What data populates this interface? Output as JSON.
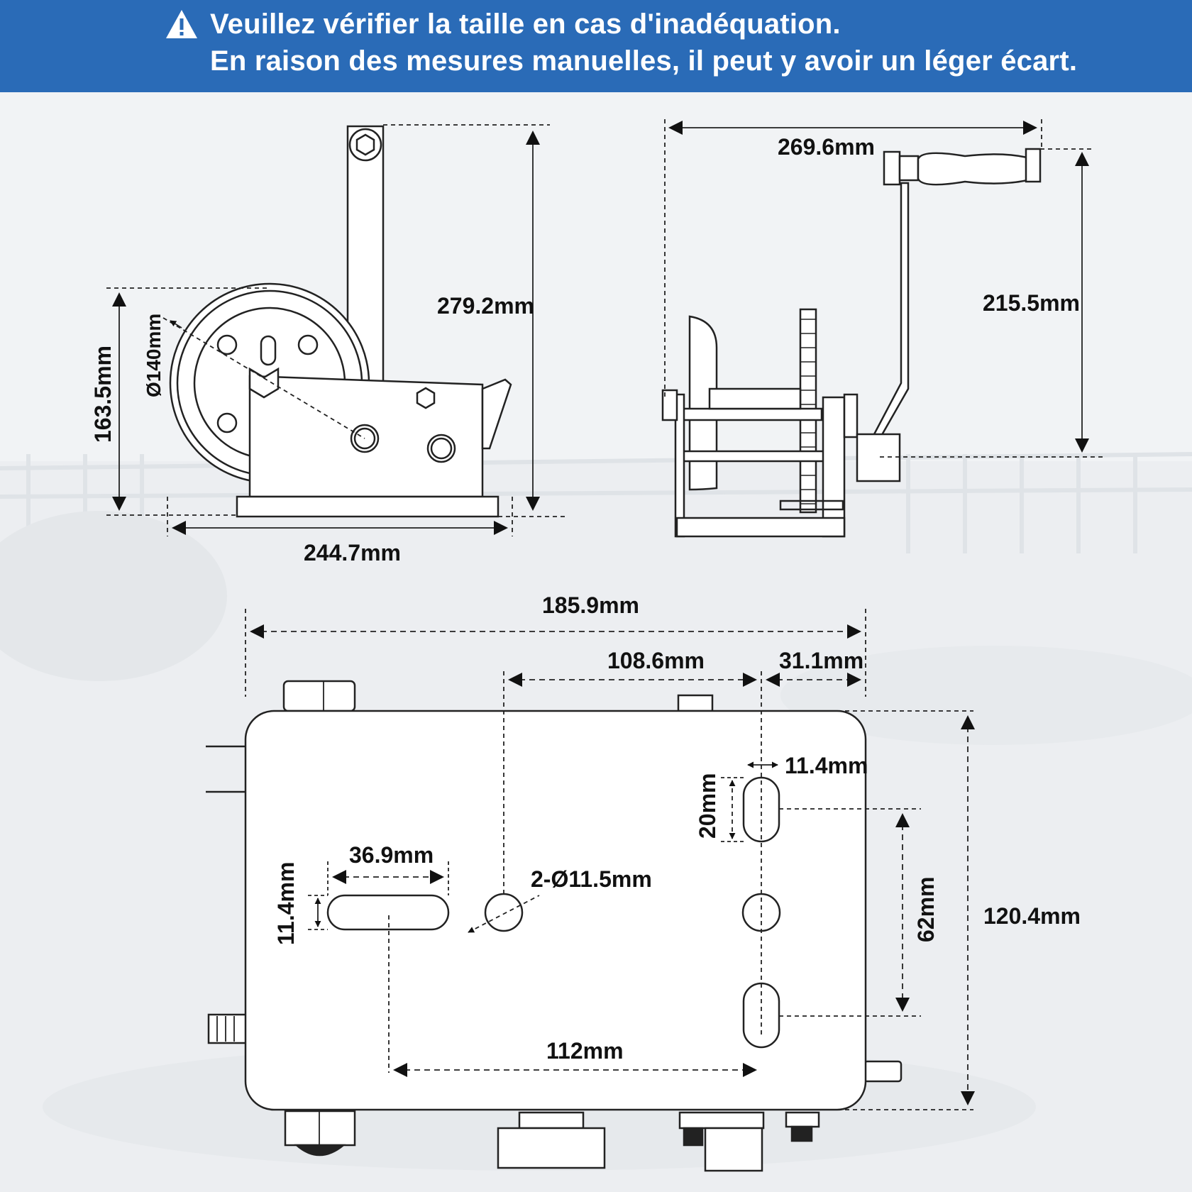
{
  "banner": {
    "icon": "warning-icon",
    "line1": "Veuillez vérifier la taille en cas d'inadéquation.",
    "line2": "En raison des mesures manuelles, il peut y avoir un léger écart.",
    "color": "#2a6bb7"
  },
  "side_view": {
    "height_total": "279.2mm",
    "drum_height": "163.5mm",
    "drum_diameter": "Ø140mm",
    "base_width": "244.7mm"
  },
  "front_view": {
    "handle_width": "269.6mm",
    "handle_height": "215.5mm"
  },
  "top_view": {
    "overall_width": "185.9mm",
    "hole_offset": "108.6mm",
    "edge_offset": "31.1mm",
    "slot_width": "11.4mm",
    "slot_height": "20mm",
    "slot_length": "36.9mm",
    "slot_thickness": "11.4mm",
    "hole_diameter": "2-Ø11.5mm",
    "slot_spacing": "62mm",
    "overall_depth": "120.4mm",
    "hole_spacing": "112mm"
  }
}
